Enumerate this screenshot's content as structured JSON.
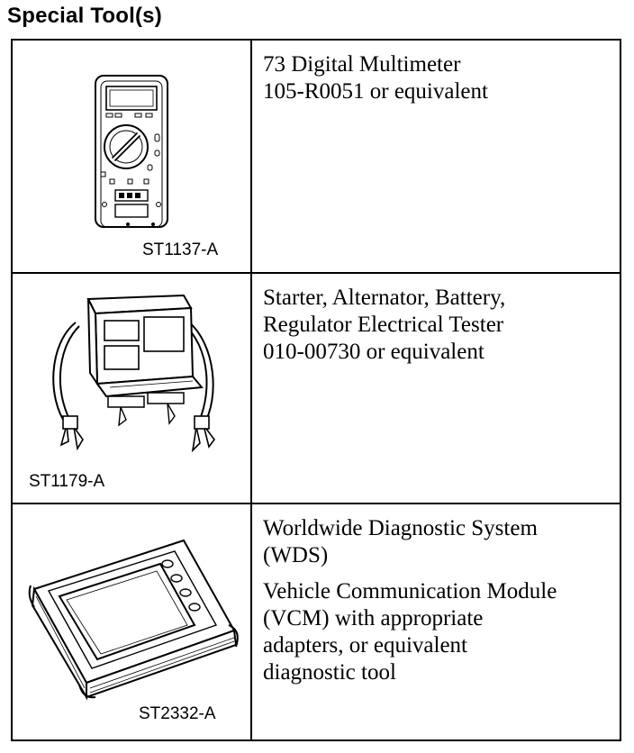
{
  "title": "Special Tool(s)",
  "tools": [
    {
      "figure_code": "ST1137-A",
      "illustration": "digital-multimeter-illustration",
      "description": [
        "73 Digital Multimeter",
        "105-R0051 or equivalent"
      ]
    },
    {
      "figure_code": "ST1179-A",
      "illustration": "electrical-tester-illustration",
      "description": [
        "Starter, Alternator, Battery,",
        "Regulator Electrical Tester",
        "010-00730 or equivalent"
      ]
    },
    {
      "figure_code": "ST2332-A",
      "illustration": "diagnostic-system-illustration",
      "description": [
        "Worldwide Diagnostic System",
        "(WDS)"
      ],
      "description_2": [
        "Vehicle Communication Module",
        "(VCM) with appropriate",
        "adapters, or equivalent",
        "diagnostic tool"
      ]
    }
  ]
}
